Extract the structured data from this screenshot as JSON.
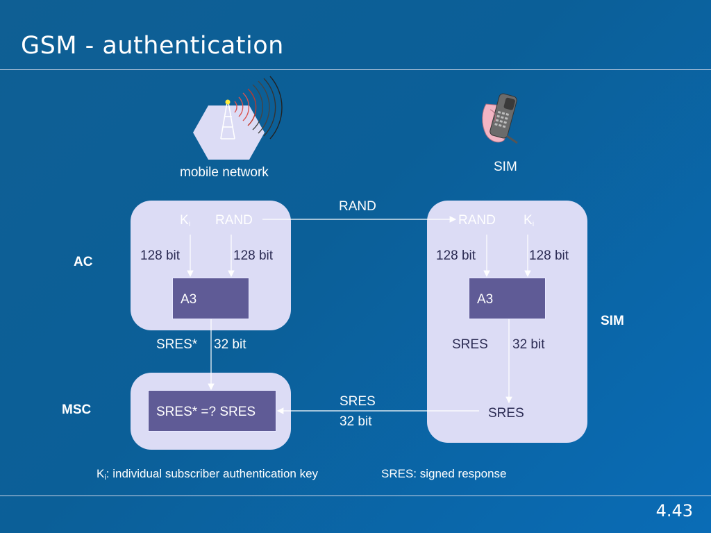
{
  "slide": {
    "title": "GSM - authentication",
    "page_number": "4.43"
  },
  "network": {
    "label": "mobile network",
    "sim_label": "SIM"
  },
  "side_labels": {
    "ac": "AC",
    "msc": "MSC",
    "sim": "SIM"
  },
  "ac_panel": {
    "k_main": "K",
    "k_sub": "i",
    "rand": "RAND",
    "bits_left": "128 bit",
    "bits_right": "128 bit",
    "algorithm": "A3",
    "out_name": "SRES*",
    "out_bits": "32 bit"
  },
  "sim_panel": {
    "rand": "RAND",
    "k_main": "K",
    "k_sub": "i",
    "bits_left": "128 bit",
    "bits_right": "128 bit",
    "algorithm": "A3",
    "out_name": "SRES",
    "out_bits": "32 bit",
    "result": "SRES"
  },
  "msc_panel": {
    "compare": "SRES* =? SRES"
  },
  "arrows": {
    "rand_label": "RAND",
    "sres_label": "SRES",
    "sres_bits": "32 bit"
  },
  "legend": {
    "k_main": "K",
    "k_sub": "i",
    "k_desc": ": individual subscriber authentication key",
    "sres_desc": "SRES: signed response"
  },
  "colors": {
    "background": "#0b5f98",
    "panel": "#dcdcf5",
    "algorithm_box": "#5f5b96",
    "text_dark": "#2a2a52"
  }
}
